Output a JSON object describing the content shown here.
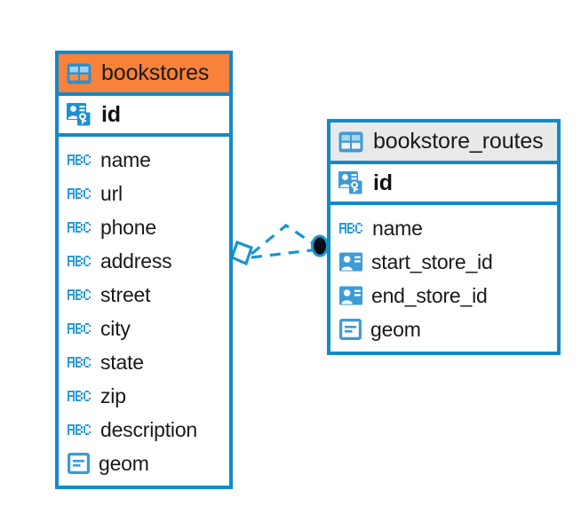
{
  "theme": {
    "accent_blue": "#118ACB",
    "header_orange": "#FA8139",
    "header_gray": "#E9E9E9",
    "text_color": "#1A1A1A",
    "canvas_background": "#FFFFFF"
  },
  "diagram": {
    "type": "entity-relationship-diagram",
    "entities": [
      {
        "name": "bookstores",
        "header_style": "orange",
        "table_icon": "table-icon",
        "primary_key": {
          "label": "id",
          "icon": "primary-key-icon"
        },
        "fields": [
          {
            "label": "name",
            "icon": "abc-text-icon"
          },
          {
            "label": "url",
            "icon": "abc-text-icon"
          },
          {
            "label": "phone",
            "icon": "abc-text-icon"
          },
          {
            "label": "address",
            "icon": "abc-text-icon"
          },
          {
            "label": "street",
            "icon": "abc-text-icon"
          },
          {
            "label": "city",
            "icon": "abc-text-icon"
          },
          {
            "label": "state",
            "icon": "abc-text-icon"
          },
          {
            "label": "zip",
            "icon": "abc-text-icon"
          },
          {
            "label": "description",
            "icon": "abc-text-icon"
          },
          {
            "label": "geom",
            "icon": "geometry-icon"
          }
        ]
      },
      {
        "name": "bookstore_routes",
        "header_style": "gray",
        "table_icon": "table-icon",
        "primary_key": {
          "label": "id",
          "icon": "primary-key-icon"
        },
        "fields": [
          {
            "label": "name",
            "icon": "abc-text-icon"
          },
          {
            "label": "start_store_id",
            "icon": "foreign-key-icon"
          },
          {
            "label": "end_store_id",
            "icon": "foreign-key-icon"
          },
          {
            "label": "geom",
            "icon": "geometry-icon"
          }
        ]
      }
    ],
    "relationship": {
      "from_entity": "bookstores",
      "to_entity": "bookstore_routes",
      "line_style": "dashed",
      "source_marker": "diamond-marker",
      "target_marker": "filled-circle-marker"
    }
  }
}
